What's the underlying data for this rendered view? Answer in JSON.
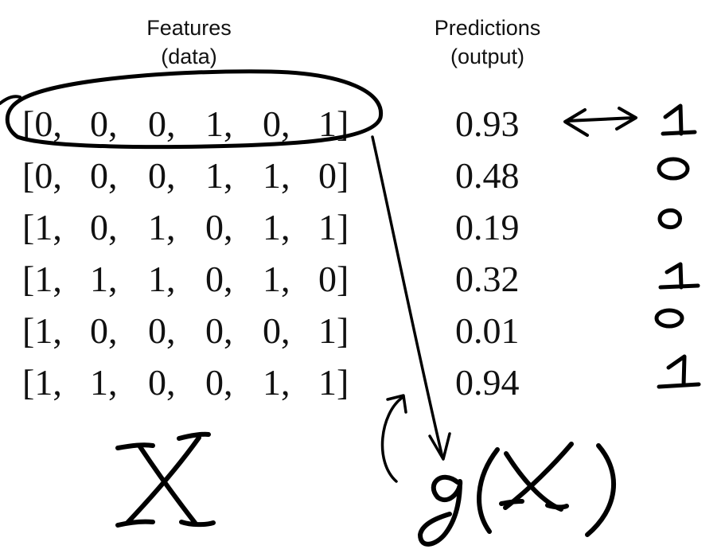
{
  "headers": {
    "features": {
      "title": "Features",
      "subtitle": "(data)"
    },
    "predictions": {
      "title": "Predictions",
      "subtitle": "(output)"
    }
  },
  "rows": [
    {
      "features": [
        "0",
        "0",
        "0",
        "1",
        "0",
        "1"
      ],
      "prediction": "0.93",
      "label": "1"
    },
    {
      "features": [
        "0",
        "0",
        "0",
        "1",
        "1",
        "0"
      ],
      "prediction": "0.48",
      "label": "0"
    },
    {
      "features": [
        "1",
        "0",
        "1",
        "0",
        "1",
        "1"
      ],
      "prediction": "0.19",
      "label": "0"
    },
    {
      "features": [
        "1",
        "1",
        "1",
        "0",
        "1",
        "0"
      ],
      "prediction": "0.32",
      "label": "1"
    },
    {
      "features": [
        "1",
        "0",
        "0",
        "0",
        "0",
        "1"
      ],
      "prediction": "0.01",
      "label": "0"
    },
    {
      "features": [
        "1",
        "1",
        "0",
        "0",
        "1",
        "1"
      ],
      "prediction": "0.94",
      "label": "1"
    }
  ],
  "handwritten": {
    "matrix_label": "X",
    "function_label": "g(X)"
  }
}
